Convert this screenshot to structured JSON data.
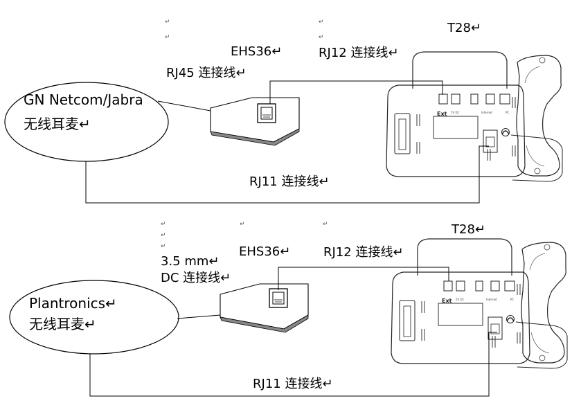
{
  "top": {
    "headset_line1": "GN Netcom/Jabra",
    "headset_line2": "无线耳麦↵",
    "ehs": "EHS36↵",
    "rj45": "RJ45 连接线↵",
    "rj12": "RJ12 连接线↵",
    "phone": "T28↵",
    "rj11": "RJ11 连接线↵",
    "marks": [
      "↵",
      "↵",
      "↵",
      "↵"
    ]
  },
  "bottom": {
    "headset_line1": "Plantronics↵",
    "headset_line2": "无线耳麦↵",
    "ehs": "EHS36↵",
    "dc_line1": "3.5 mm↵",
    "dc_line2": "DC 连接线↵",
    "rj12": "RJ12 连接线↵",
    "phone": "T28↵",
    "rj11": "RJ11 连接线↵",
    "marks": [
      "↵",
      "↵",
      "↵",
      "↵",
      "↵"
    ]
  }
}
